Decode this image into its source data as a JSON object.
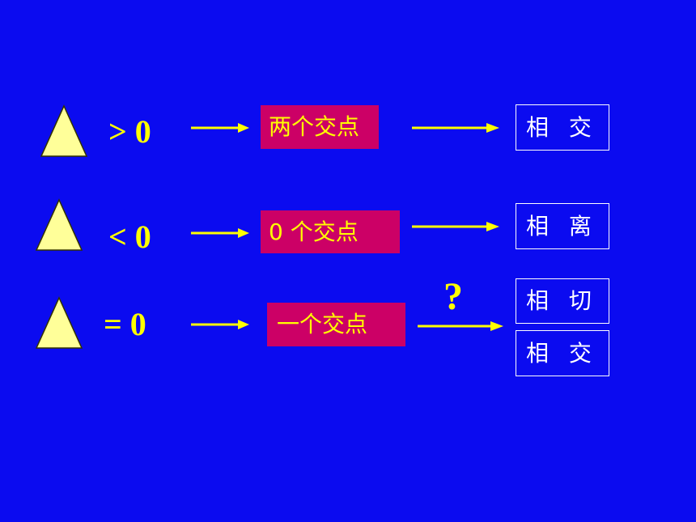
{
  "colors": {
    "background": "#0b0bf0",
    "triangle_fill": "#ffff99",
    "arrow": "#ffff00",
    "label_box": "#cc0066",
    "label_text": "#ffff00",
    "result_border": "#ffffff",
    "result_text": "#ffffff"
  },
  "rows": [
    {
      "triangle_icon": "delta-triangle-icon",
      "condition": "> 0",
      "intersections": "两个交点",
      "results": [
        "相 交"
      ]
    },
    {
      "triangle_icon": "delta-triangle-icon",
      "condition": "< 0",
      "intersections": "0 个交点",
      "results": [
        "相 离"
      ]
    },
    {
      "triangle_icon": "delta-triangle-icon",
      "condition": "= 0",
      "intersections": "一个交点",
      "results": [
        "相 切",
        "相 交"
      ],
      "question_mark": "?"
    }
  ]
}
